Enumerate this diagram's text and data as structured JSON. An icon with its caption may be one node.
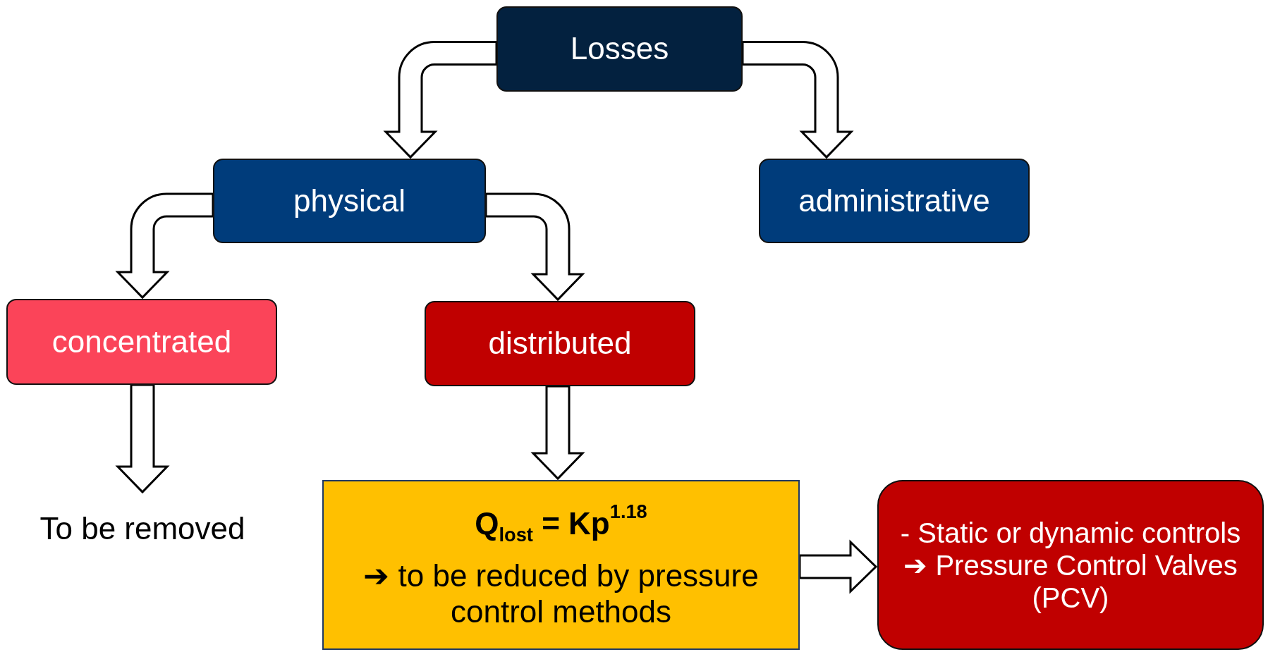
{
  "diagram": {
    "nodes": [
      {
        "text": [
          "Losses"
        ]
      },
      {
        "text": [
          "physical"
        ]
      },
      {
        "text": [
          "administrative"
        ]
      },
      {
        "text": [
          "concentrated"
        ]
      },
      {
        "text": [
          "distributed"
        ]
      },
      {
        "text": [
          "To be removed"
        ]
      },
      {
        "text": [
          "Q$_{lost}$ = Kp$^{1.18}$",
          "➔ to be reduced by pressure control methods"
        ]
      },
      {
        "text": [
          "- Static or dynamic controls",
          "➔ Pressure Control Valves (PCV)"
        ]
      }
    ],
    "edges": [
      {
        "from": 0,
        "to": 1,
        "arrow": "to"
      },
      {
        "from": 0,
        "to": 2,
        "arrow": "to"
      },
      {
        "from": 1,
        "to": 3,
        "arrow": "to"
      },
      {
        "from": 1,
        "to": 4,
        "arrow": "to"
      },
      {
        "from": 3,
        "to": 5,
        "arrow": "to"
      },
      {
        "from": 4,
        "to": 6,
        "arrow": "to"
      },
      {
        "from": 6,
        "to": 7,
        "arrow": "to"
      }
    ]
  }
}
